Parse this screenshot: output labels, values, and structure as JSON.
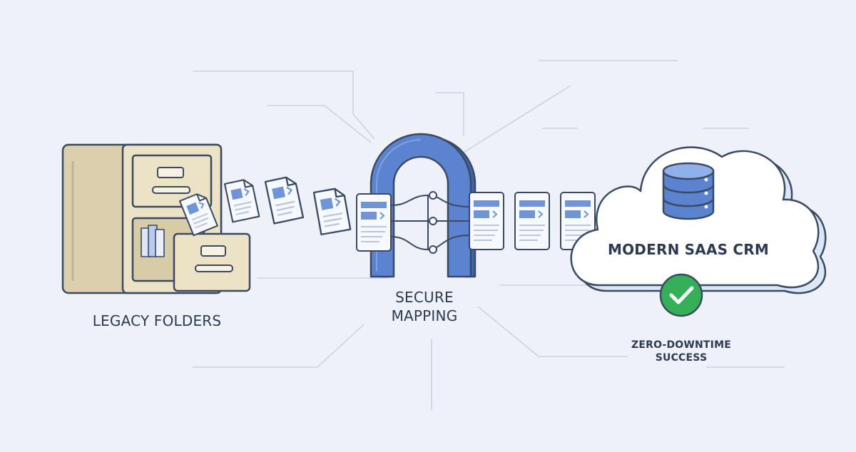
{
  "labels": {
    "legacy": "LEGACY FOLDERS",
    "secure_line1": "SECURE",
    "secure_line2": "MAPPING",
    "crm": "MODERN SAAS CRM",
    "zero_line1": "ZERO-DOWNTIME",
    "zero_line2": "SUCCESS"
  },
  "colors": {
    "background": "#eef2f8",
    "outline": "#3a4a62",
    "cabinet": "#ece2c6",
    "cabinet_dark": "#dccfae",
    "doc_fill": "#f6f9ff",
    "doc_accent": "#6f95d8",
    "arch_blue": "#5b83cf",
    "arch_dark": "#3f64ad",
    "cloud_shade": "#dbe6f7",
    "success_green": "#35b058",
    "connector": "#c9d3e2"
  },
  "icons": {
    "source": "filing-cabinet-icon",
    "gateway": "arch-gateway-icon",
    "target": "cloud-database-icon",
    "status": "check-circle-icon"
  }
}
